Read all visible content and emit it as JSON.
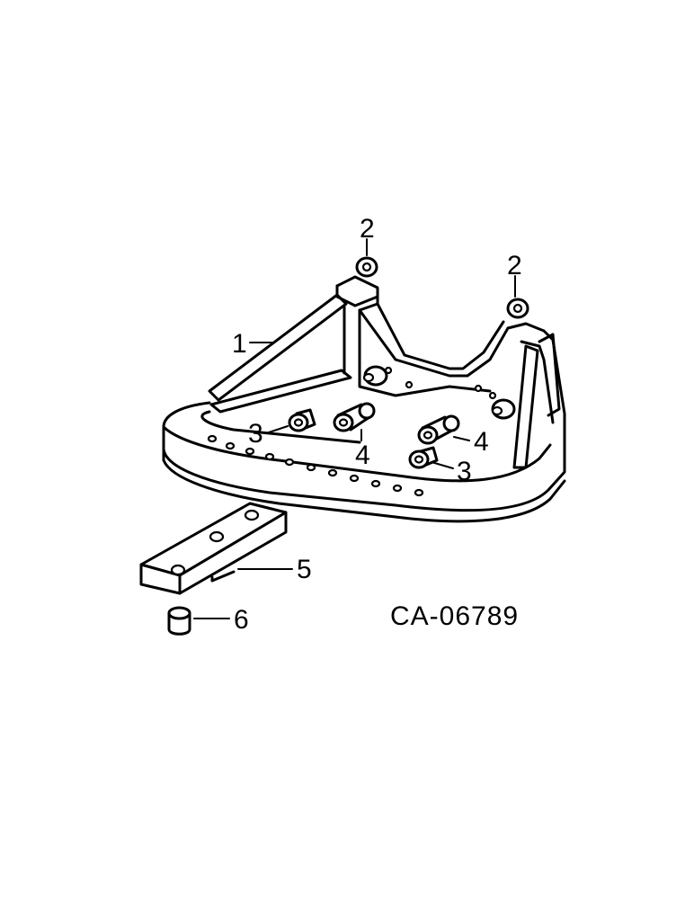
{
  "callouts": {
    "c1": "1",
    "c2a": "2",
    "c2b": "2",
    "c3a": "3",
    "c3b": "3",
    "c4a": "4",
    "c4b": "4",
    "c5": "5",
    "c6": "6"
  },
  "drawing_code": "CA-06789"
}
